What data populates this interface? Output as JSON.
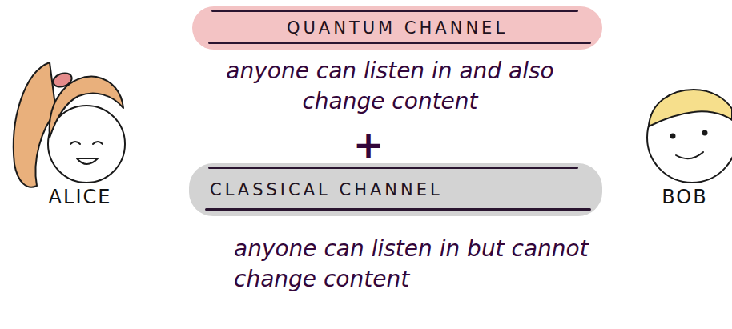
{
  "diagram": {
    "nodes": [
      {
        "text": [
          "QUANTUM CHANNEL"
        ]
      },
      {
        "text": [
          "ALICE"
        ]
      },
      {
        "text": [
          "BOB"
        ]
      },
      {
        "text": [
          "CLASSICAL CHANNEL"
        ]
      }
    ],
    "labels": [
      "anyone can listen in and also change content",
      "+",
      "anyone can listen in but cannot change content"
    ]
  }
}
